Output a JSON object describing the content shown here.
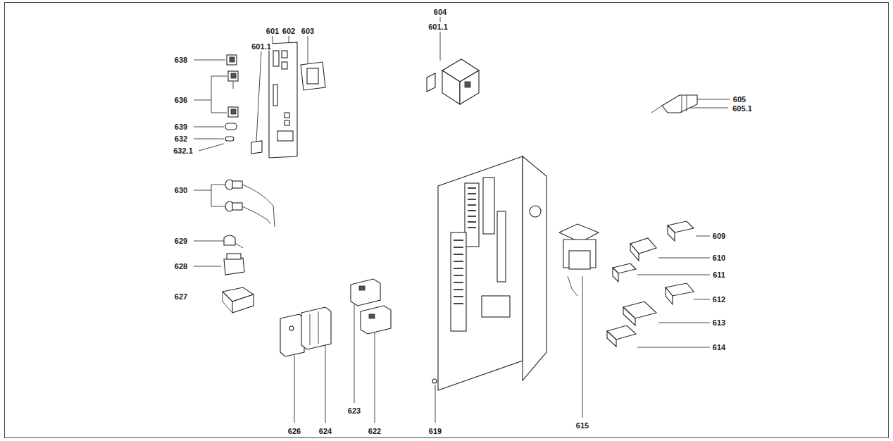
{
  "diagram": {
    "labels": [
      "601",
      "602",
      "603",
      "601.1",
      "604",
      "601.1",
      "638",
      "636",
      "639",
      "632",
      "632.1",
      "605",
      "605.1",
      "630",
      "629",
      "628",
      "627",
      "609",
      "610",
      "611",
      "612",
      "613",
      "614",
      "626",
      "624",
      "623",
      "622",
      "619",
      "615"
    ]
  }
}
